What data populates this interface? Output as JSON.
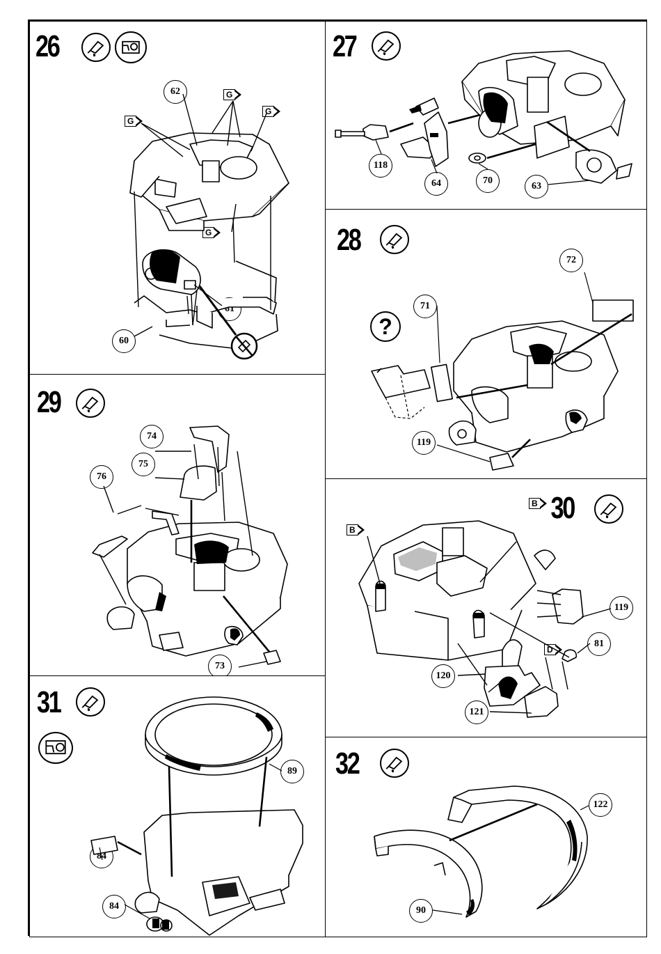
{
  "steps": [
    {
      "id": "26",
      "number": "26",
      "icons": [
        "glue-tube-icon",
        "paint-detail-icon"
      ],
      "parts": [
        "62",
        "61",
        "60"
      ],
      "flags": [
        "G",
        "G",
        "G",
        "G"
      ]
    },
    {
      "id": "27",
      "number": "27",
      "icons": [
        "glue-tube-icon"
      ],
      "parts": [
        "118",
        "64",
        "70",
        "63"
      ]
    },
    {
      "id": "28",
      "number": "28",
      "icons": [
        "glue-tube-icon"
      ],
      "parts": [
        "72",
        "71",
        "119"
      ],
      "question": "?"
    },
    {
      "id": "29",
      "number": "29",
      "icons": [
        "glue-tube-icon"
      ],
      "parts": [
        "74",
        "75",
        "76",
        "73"
      ]
    },
    {
      "id": "30",
      "number": "30",
      "icons": [
        "glue-tube-icon"
      ],
      "parts": [
        "119",
        "81",
        "120",
        "121"
      ],
      "flags": [
        "B",
        "B",
        "D"
      ]
    },
    {
      "id": "31",
      "number": "31",
      "icons": [
        "glue-tube-icon",
        "paint-detail-icon"
      ],
      "parts": [
        "89",
        "84",
        "84"
      ]
    },
    {
      "id": "32",
      "number": "32",
      "icons": [
        "glue-tube-icon"
      ],
      "parts": [
        "122",
        "90"
      ]
    }
  ]
}
